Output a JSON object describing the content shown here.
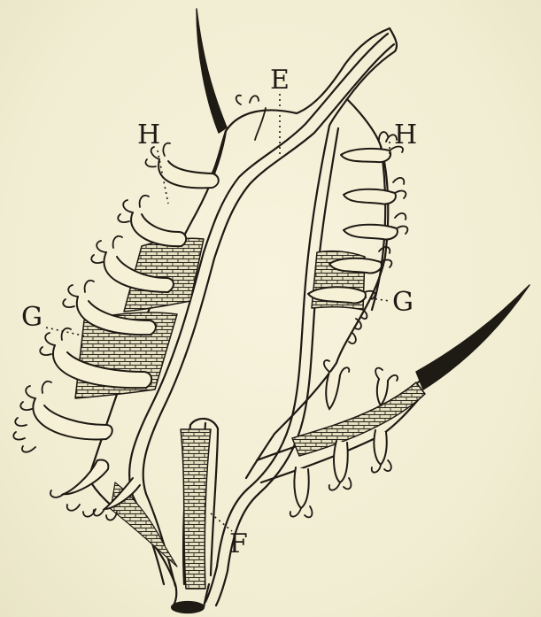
{
  "figure": {
    "labels": {
      "e": "E",
      "h_left": "H",
      "h_right": "H",
      "g_left": "G",
      "g_right": "G",
      "f": "F"
    },
    "colors": {
      "ink": "#1e1a14",
      "paper": "#f3efd6"
    }
  }
}
